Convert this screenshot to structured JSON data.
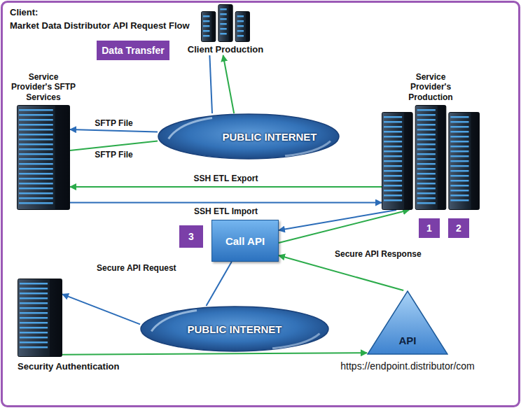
{
  "diagram": {
    "nodes": [
      {
        "text": [
          "Client Production"
        ]
      },
      {
        "text": [
          "Data Transfer"
        ]
      },
      {
        "text": [
          "Service Provider's SFTP Services"
        ]
      },
      {
        "text": [
          "PUBLIC INTERNET"
        ]
      },
      {
        "text": [
          "Service Provider's Production"
        ]
      },
      {
        "text": [
          "Call API"
        ]
      },
      {
        "text": [
          "3"
        ]
      },
      {
        "text": [
          "1"
        ]
      },
      {
        "text": [
          "2"
        ]
      },
      {
        "text": [
          "PUBLIC INTERNET"
        ]
      },
      {
        "text": [
          "Security Authentication"
        ]
      },
      {
        "text": [
          "API",
          "https://endpoint.distributor/com"
        ]
      }
    ],
    "edges": [
      {
        "from": 0,
        "to": 3,
        "arrow": "none"
      },
      {
        "from": 3,
        "to": 2,
        "label": "SFTP File",
        "arrow": "to"
      },
      {
        "from": 2,
        "to": 3,
        "label": "SFTP File",
        "arrow": "none"
      },
      {
        "from": 3,
        "to": 0,
        "arrow": "to"
      },
      {
        "from": 4,
        "to": 2,
        "label": "SSH ETL Export",
        "arrow": "to"
      },
      {
        "from": 2,
        "to": 4,
        "label": "SSH ETL Import",
        "arrow": "to"
      },
      {
        "from": 4,
        "to": 5,
        "arrow": "to"
      },
      {
        "from": 5,
        "to": 4,
        "arrow": "to"
      },
      {
        "from": 5,
        "to": 9,
        "arrow": "none"
      },
      {
        "from": 9,
        "to": 10,
        "arrow": "to"
      },
      {
        "from": 10,
        "to": 11,
        "arrow": "to"
      },
      {
        "from": 11,
        "to": 5,
        "arrow": "to"
      }
    ],
    "labels": [
      "Client:",
      "Market Data Distributor API Request Flow",
      "Secure API Request",
      "Secure API Response"
    ]
  }
}
